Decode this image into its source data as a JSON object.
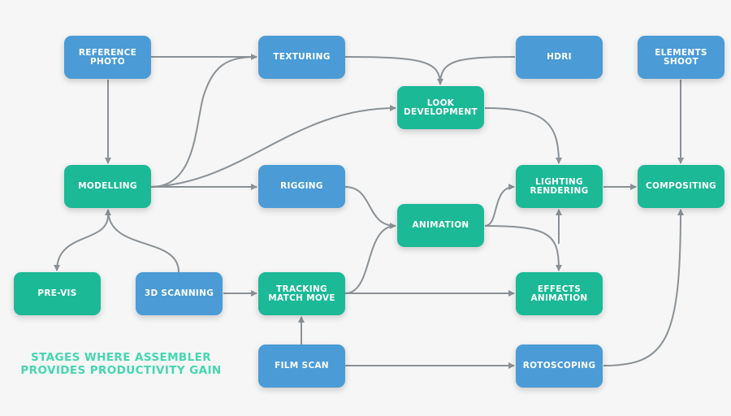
{
  "colors": {
    "assembler_stage": "#1bb996",
    "other_stage": "#4a9bd6",
    "edge": "#8a9196",
    "caption": "#45d6b0",
    "background": "#f6f6f6"
  },
  "nodes": {
    "reference_photo": {
      "label": "REFERENCE\nPHOTO",
      "kind": "other"
    },
    "texturing": {
      "label": "TEXTURING",
      "kind": "other"
    },
    "hdri": {
      "label": "HDRI",
      "kind": "other"
    },
    "elements_shoot": {
      "label": "ELEMENTS\nSHOOT",
      "kind": "other"
    },
    "look_development": {
      "label": "LOOK\nDEVELOPMENT",
      "kind": "assembler"
    },
    "modelling": {
      "label": "MODELLING",
      "kind": "assembler"
    },
    "rigging": {
      "label": "RIGGING",
      "kind": "other"
    },
    "lighting_rendering": {
      "label": "LIGHTING\nRENDERING",
      "kind": "assembler"
    },
    "compositing": {
      "label": "COMPOSITING",
      "kind": "assembler"
    },
    "animation": {
      "label": "ANIMATION",
      "kind": "assembler"
    },
    "pre_vis": {
      "label": "PRE-VIS",
      "kind": "assembler"
    },
    "scanning_3d": {
      "label": "3D SCANNING",
      "kind": "other"
    },
    "tracking_match_move": {
      "label": "TRACKING\nMATCH MOVE",
      "kind": "assembler"
    },
    "effects_animation": {
      "label": "EFFECTS\nANIMATION",
      "kind": "assembler"
    },
    "film_scan": {
      "label": "FILM SCAN",
      "kind": "other"
    },
    "rotoscoping": {
      "label": "ROTOSCOPING",
      "kind": "other"
    }
  },
  "edges": [
    {
      "from": "reference_photo",
      "to": "texturing"
    },
    {
      "from": "reference_photo",
      "to": "modelling"
    },
    {
      "from": "modelling",
      "to": "texturing"
    },
    {
      "from": "modelling",
      "to": "look_development"
    },
    {
      "from": "modelling",
      "to": "rigging"
    },
    {
      "from": "modelling",
      "to": "pre_vis"
    },
    {
      "from": "scanning_3d",
      "to": "modelling"
    },
    {
      "from": "scanning_3d",
      "to": "tracking_match_move"
    },
    {
      "from": "texturing",
      "to": "look_development"
    },
    {
      "from": "hdri",
      "to": "look_development"
    },
    {
      "from": "look_development",
      "to": "lighting_rendering"
    },
    {
      "from": "rigging",
      "to": "animation"
    },
    {
      "from": "tracking_match_move",
      "to": "animation"
    },
    {
      "from": "tracking_match_move",
      "to": "effects_animation"
    },
    {
      "from": "animation",
      "to": "lighting_rendering"
    },
    {
      "from": "animation",
      "to": "effects_animation"
    },
    {
      "from": "effects_animation",
      "to": "lighting_rendering"
    },
    {
      "from": "lighting_rendering",
      "to": "effects_animation"
    },
    {
      "from": "lighting_rendering",
      "to": "compositing"
    },
    {
      "from": "elements_shoot",
      "to": "compositing"
    },
    {
      "from": "film_scan",
      "to": "tracking_match_move"
    },
    {
      "from": "film_scan",
      "to": "rotoscoping"
    },
    {
      "from": "rotoscoping",
      "to": "compositing"
    }
  ],
  "caption": "STAGES WHERE ASSEMBLER\nPROVIDES PRODUCTIVITY GAIN"
}
